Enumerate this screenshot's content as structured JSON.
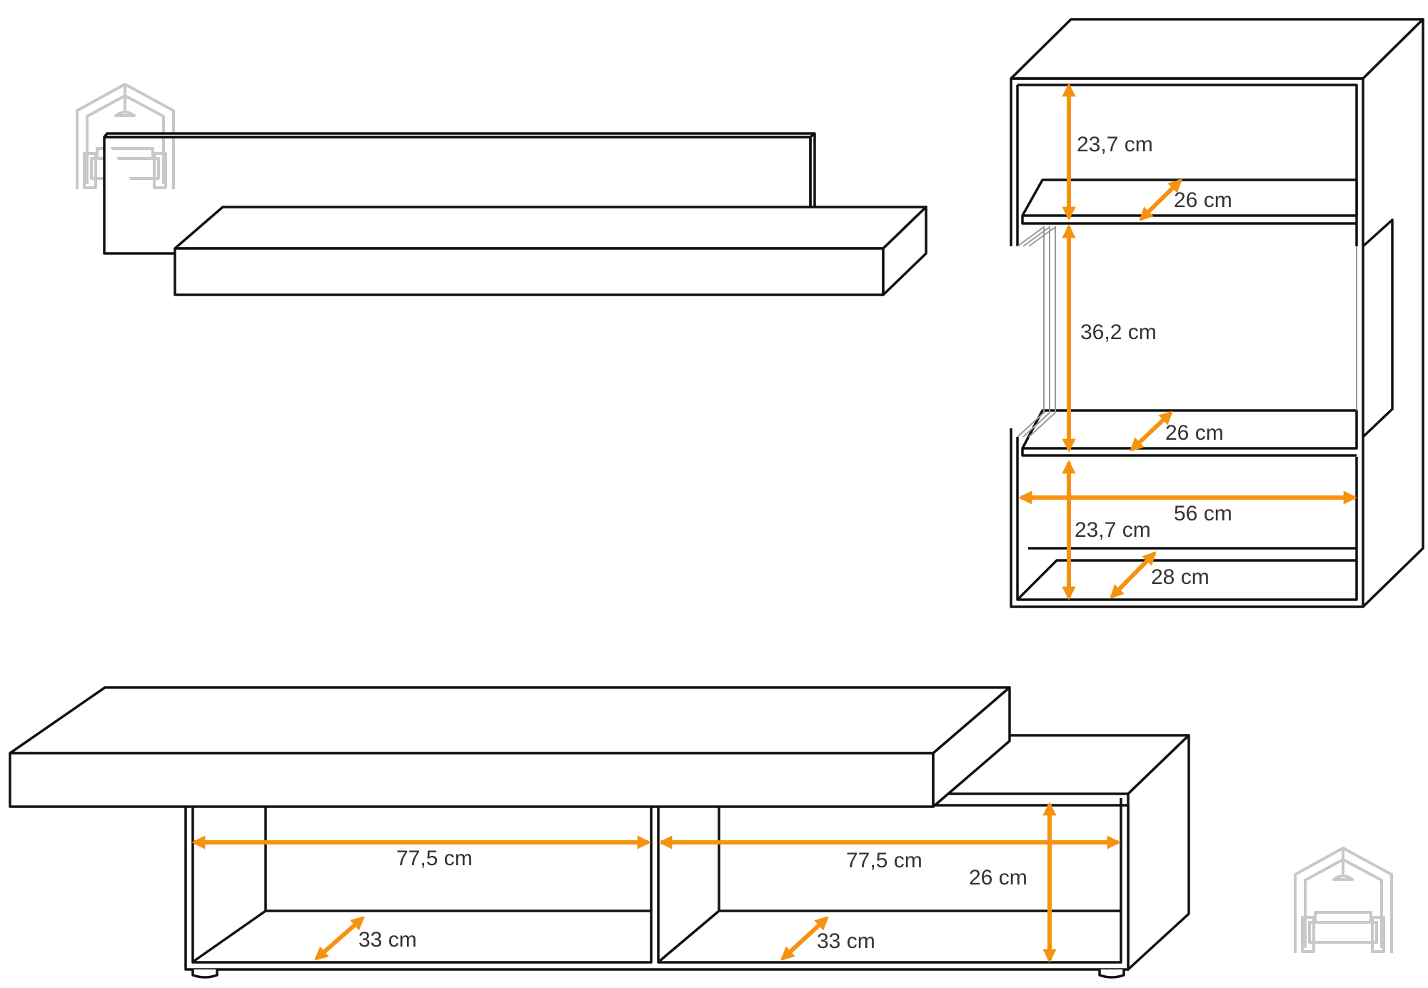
{
  "colors": {
    "outline": "#111111",
    "dimension_arrow": "#f5920f",
    "dimension_text": "#333333",
    "watermark": "#c8c8c8",
    "glass": "#9a9a9a",
    "background": "#ffffff"
  },
  "icons": {
    "watermark": "house-sofa-icon"
  },
  "cabinet": {
    "top_height": "23,7 cm",
    "shelf1_depth": "26 cm",
    "middle_height": "36,2 cm",
    "shelf2_depth": "26 cm",
    "width": "56 cm",
    "bottom_height": "23,7 cm",
    "base_depth": "28 cm"
  },
  "tv_stand": {
    "left_width": "77,5 cm",
    "right_width": "77,5 cm",
    "height": "26 cm",
    "left_depth": "33 cm",
    "right_depth": "33 cm"
  }
}
